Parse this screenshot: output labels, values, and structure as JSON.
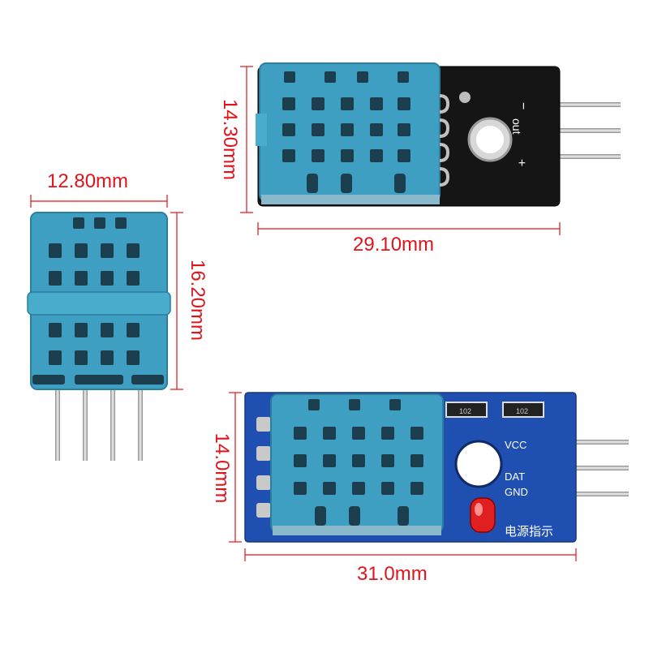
{
  "dimensions": {
    "bare_width": "12.80mm",
    "bare_height": "16.20mm",
    "black_module_height": "14.30mm",
    "black_module_width": "29.10mm",
    "blue_module_height": "14.0mm",
    "blue_module_width": "31.0mm"
  },
  "black_module": {
    "pin_labels": [
      "−",
      "out",
      "+"
    ]
  },
  "blue_module": {
    "pin_labels": [
      "VCC",
      "DAT",
      "GND"
    ],
    "power_indicator_text": "电源指示",
    "resistor_codes": [
      "102",
      "102"
    ]
  },
  "colors": {
    "dimension": "#e0141b",
    "sensor_body": "#3e9fc2",
    "black_pcb": "#151515",
    "blue_pcb": "#1f4fb0",
    "led": "#e02020"
  }
}
